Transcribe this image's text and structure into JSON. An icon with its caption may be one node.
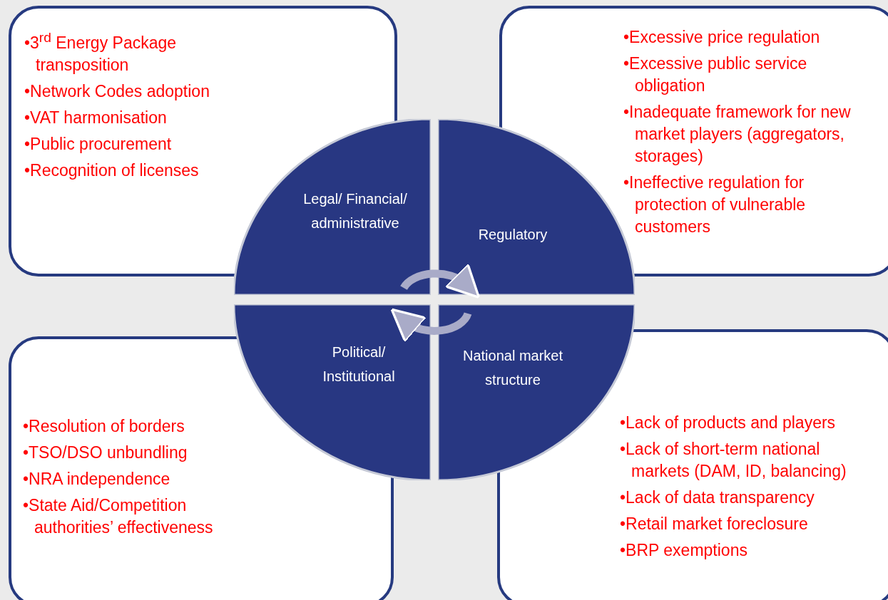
{
  "diagram": {
    "nodes": [
      {
        "text": [
          "•3$^{rd}$ Energy Package transposition",
          "•Network Codes adoption",
          "•VAT harmonisation",
          "•Public procurement",
          "•Recognition of licenses"
        ]
      },
      {
        "text": [
          "•Excessive price regulation",
          "•Excessive public service obligation",
          "•Inadequate framework for new market players (aggregators, storages)",
          "•Ineffective regulation for protection of vulnerable customers"
        ]
      },
      {
        "text": [
          "Legal/ Financial/ administrative"
        ]
      },
      {
        "text": [
          "Regulatory"
        ]
      },
      {
        "text": [
          "Political/ Institutional"
        ]
      },
      {
        "text": [
          "National market structure"
        ]
      },
      {
        "text": [
          "•Resolution of borders",
          "•TSO/DSO unbundling",
          "•NRA independence",
          "•State Aid/Competition authorities’ effectiveness"
        ]
      },
      {
        "text": [
          "•Lack of products and players",
          "•Lack of short-term national markets (DAM, ID, balancing)",
          "•Lack of data transparency",
          "•Retail market foreclosure",
          "•BRP exemptions"
        ]
      }
    ],
    "edges": [
      {
        "from": 2,
        "to": 3,
        "arrow": "to"
      },
      {
        "from": 5,
        "to": 4,
        "arrow": "to"
      }
    ]
  }
}
